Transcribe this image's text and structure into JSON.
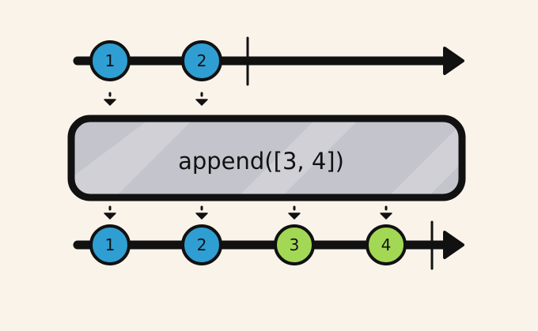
{
  "colors": {
    "background": "#faf3ea",
    "line": "#111111",
    "source_marble": "#2f9fd3",
    "appended_marble": "#a3d855",
    "operator_fill": "#c4c4cc",
    "operator_stripe": "#d2d2d8",
    "operator_border": "#111111"
  },
  "input_stream": {
    "marbles": [
      {
        "label": "1",
        "kind": "source"
      },
      {
        "label": "2",
        "kind": "source"
      }
    ],
    "completed": true
  },
  "operator": {
    "label": "append([3, 4])"
  },
  "output_stream": {
    "marbles": [
      {
        "label": "1",
        "kind": "source"
      },
      {
        "label": "2",
        "kind": "source"
      },
      {
        "label": "3",
        "kind": "appended"
      },
      {
        "label": "4",
        "kind": "appended"
      }
    ],
    "completed": true
  }
}
